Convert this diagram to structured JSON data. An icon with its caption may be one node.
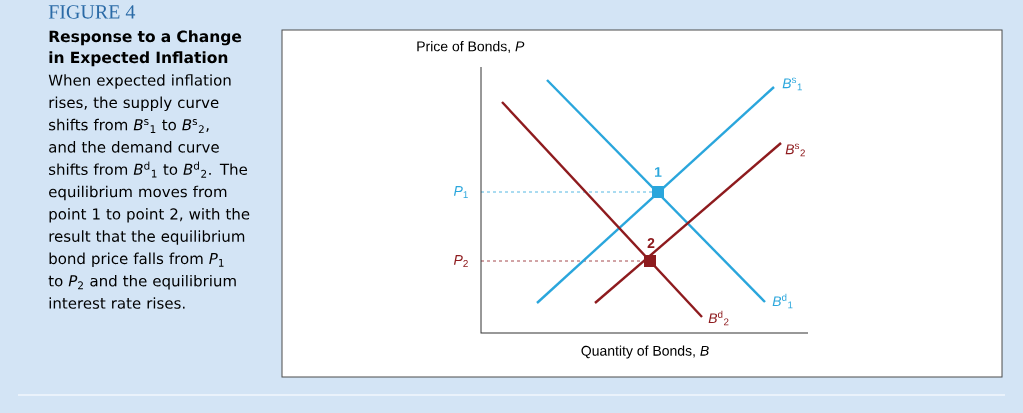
{
  "diagram": {
    "title": "FIGURE 4",
    "labels": [
      "Response to a Change in Expected Inflation",
      "When expected inflation rises, the supply curve shifts from *B*$^{s}$$_{1}$ to *B*$^{s}$$_{2}$, and the demand curve shifts from *B*$^{d}$$_{1}$ to *B*$^{d}$$_{2}$. The equilibrium moves from point 1 to point 2, with the result that the equilibrium bond price falls from *P*$_{1}$ to *P*$_{2}$ and the equilibrium interest rate rises.",
      "Price of Bonds, *P*",
      "*B*$^{s}$$_{1}$",
      "*B*$^{s}$$_{2}$",
      "1",
      "*P*$_{1}$",
      "2",
      "*P*$_{2}$",
      "*B*$^{d}$$_{1}$",
      "*B*$^{d}$$_{2}$",
      "Quantity of Bonds, *B*"
    ]
  }
}
